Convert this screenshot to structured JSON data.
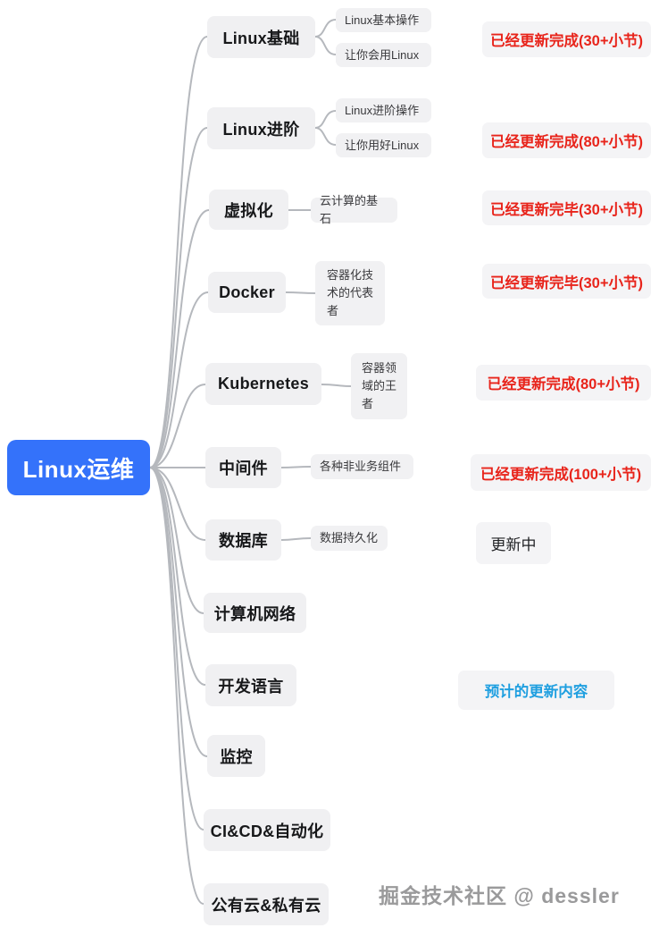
{
  "root": {
    "label": "Linux运维"
  },
  "branches": [
    {
      "label": "Linux基础",
      "children": [
        "Linux基本操作",
        "让你会用Linux"
      ],
      "status": {
        "text": "已经更新完成(30+小节)",
        "kind": "done"
      }
    },
    {
      "label": "Linux进阶",
      "children": [
        "Linux进阶操作",
        "让你用好Linux"
      ],
      "status": {
        "text": "已经更新完成(80+小节)",
        "kind": "done"
      }
    },
    {
      "label": "虚拟化",
      "children": [
        "云计算的基石"
      ],
      "status": {
        "text": "已经更新完毕(30+小节)",
        "kind": "done"
      }
    },
    {
      "label": "Docker",
      "children": [
        "容器化技术的代表者"
      ],
      "status": {
        "text": "已经更新完毕(30+小节)",
        "kind": "done"
      }
    },
    {
      "label": "Kubernetes",
      "children": [
        "容器领域的王者"
      ],
      "status": {
        "text": "已经更新完成(80+小节)",
        "kind": "done"
      }
    },
    {
      "label": "中间件",
      "children": [
        "各种非业务组件"
      ],
      "status": {
        "text": "已经更新完成(100+小节)",
        "kind": "done"
      }
    },
    {
      "label": "数据库",
      "children": [
        "数据持久化"
      ],
      "status": {
        "text": "更新中",
        "kind": "updating"
      }
    },
    {
      "label": "计算机网络",
      "children": [],
      "status": null
    },
    {
      "label": "开发语言",
      "children": [],
      "status": {
        "text": "预计的更新内容",
        "kind": "planned"
      }
    },
    {
      "label": "监控",
      "children": [],
      "status": null
    },
    {
      "label": "CI&CD&自动化",
      "children": [],
      "status": null
    },
    {
      "label": "公有云&私有云",
      "children": [],
      "status": null
    }
  ],
  "watermark": "掘金技术社区 @ dessler",
  "colors": {
    "root_bg": "#3472fa",
    "root_text": "#ffffff",
    "status_done": "#e8241b",
    "status_planned": "#1f9fe0",
    "connector": "#b5b8bd",
    "node_bg": "#f0f0f2"
  }
}
